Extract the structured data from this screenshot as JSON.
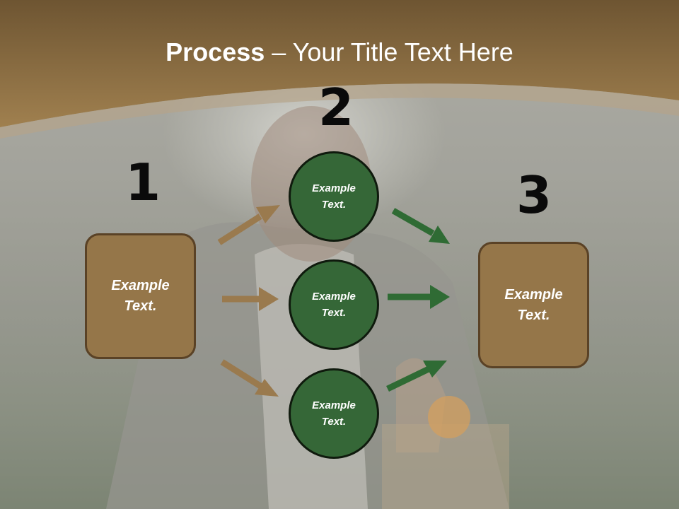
{
  "title": {
    "bold": "Process",
    "rest": " – Your Title Text Here"
  },
  "steps": [
    {
      "number": "1",
      "label": "Example Text."
    },
    {
      "number": "2",
      "label": "Example Text."
    },
    {
      "number": "3",
      "label": "Example Text."
    }
  ],
  "middle_nodes": [
    {
      "label": "Example Text."
    },
    {
      "label": "Example Text."
    },
    {
      "label": "Example Text."
    }
  ],
  "colors": {
    "header_brown": "#7f6438",
    "box_fill": "#957649",
    "circle_fill": "#356737",
    "arrow_brown": "#9a7a4e",
    "arrow_green": "#2f6b34"
  }
}
